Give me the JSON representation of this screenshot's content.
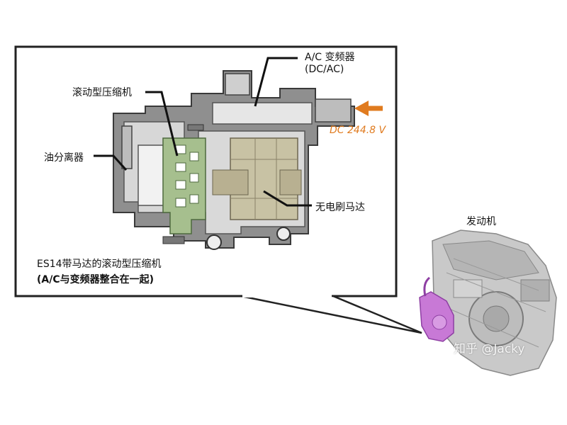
{
  "labels": {
    "inverter_line1": "A/C 变频器",
    "inverter_line2": "(DC/AC)",
    "scroll_compressor": "滚动型压缩机",
    "oil_separator": "油分离器",
    "voltage": "DC 244.8 V",
    "brushless_motor": "无电刷马达",
    "engine": "发动机",
    "caption_line1": "ES14带马达的滚动型压缩机",
    "caption_line2": "(A/C与变频器整合在一起)"
  },
  "watermark": "知乎 @Jacky",
  "colors": {
    "arrow": "#e07b1f",
    "compressor_highlight": "#c879d6",
    "scroll_green": "#a6bf8e",
    "motor_khaki": "#c8c2a4",
    "housing_gray": "#9a9a9a"
  }
}
